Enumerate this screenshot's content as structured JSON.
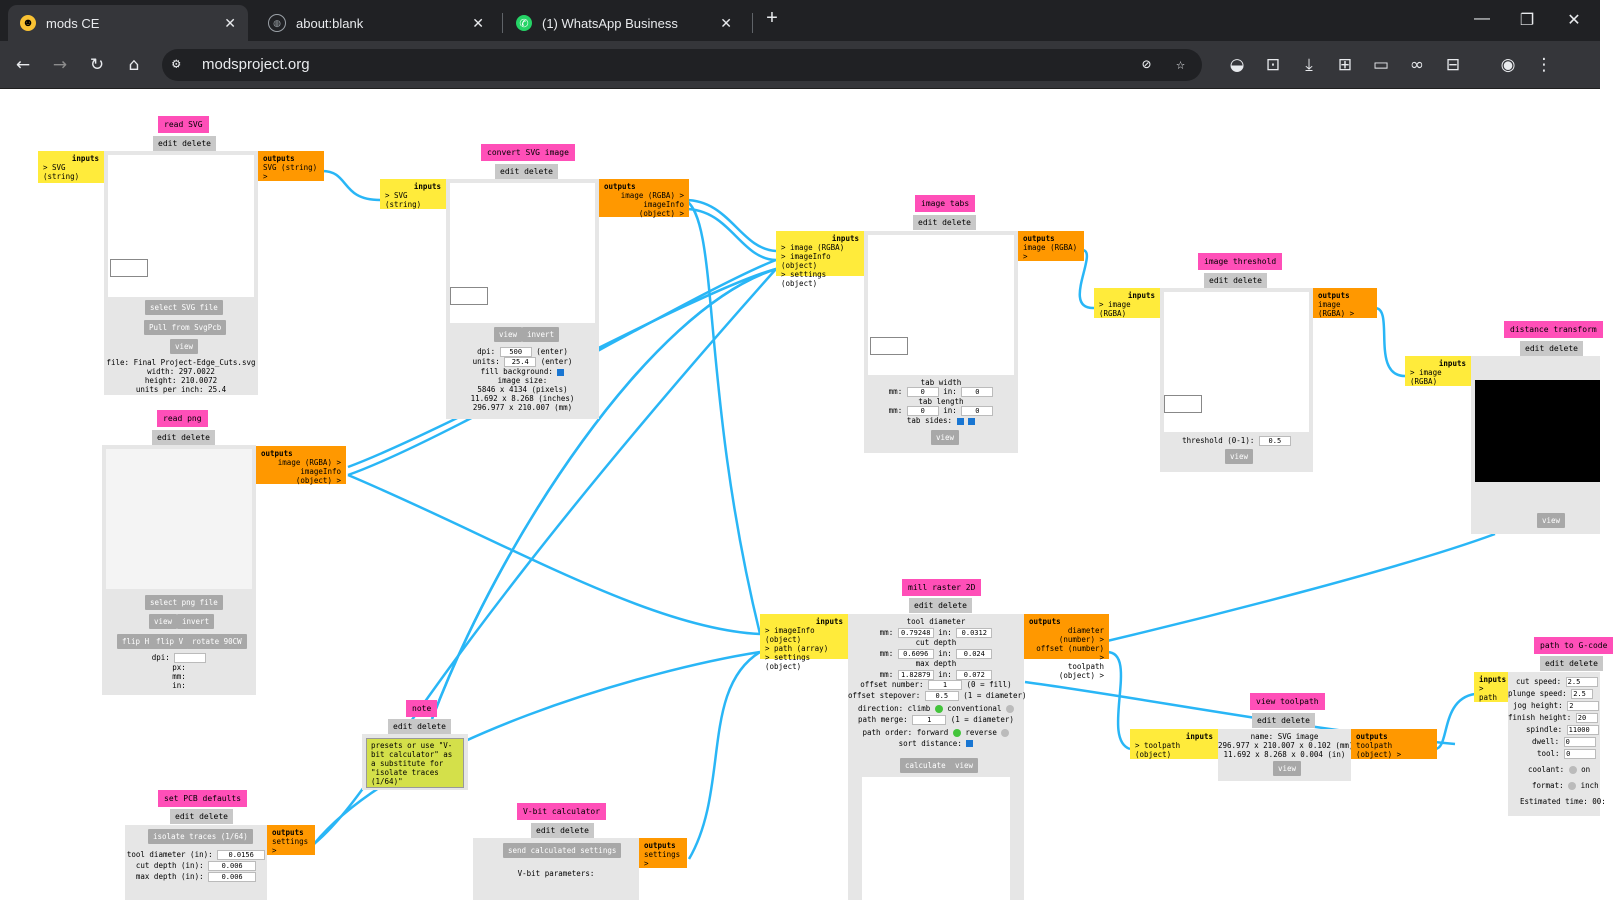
{
  "browser": {
    "tabs": [
      {
        "label": "mods CE",
        "active": true
      },
      {
        "label": "about:blank",
        "active": false
      },
      {
        "label": "(1) WhatsApp Business",
        "active": false
      }
    ],
    "new_tab": "+",
    "url": "modsproject.org",
    "window": {
      "minimize": "—",
      "restore": "❐",
      "close": "✕"
    }
  },
  "colors": {
    "title": "#ff4fb8",
    "inputs": "#ffeb3b",
    "outputs": "#ff9800",
    "wire": "#29b6f6"
  },
  "common": {
    "edit_delete": "edit delete",
    "inputs": "inputs",
    "outputs": "outputs",
    "view": "view",
    "invert": "invert"
  },
  "read_svg": {
    "title": "read SVG",
    "input": "> SVG (string)",
    "output": "SVG (string) >",
    "select": "select SVG file",
    "pull": "Pull from SvgPcb",
    "file": "file: Final Project-Edge_Cuts.svg",
    "width": "width: 297.0022",
    "height": "height: 210.0072",
    "units": "units per inch: 25.4"
  },
  "convert_svg": {
    "title": "convert SVG image",
    "input": "> SVG (string)",
    "output1": "image (RGBA) >",
    "output2": "imageInfo (object) >",
    "dpi_label": "dpi:",
    "dpi": "500",
    "enter": "(enter)",
    "units_label": "units:",
    "units": "25.4",
    "fill": "fill background:",
    "size_label": "image size:",
    "size_px": "5846 x 4134 (pixels)",
    "size_in": "11.692 x 8.268 (inches)",
    "size_mm": "296.977 x 210.007 (mm)"
  },
  "read_png": {
    "title": "read png",
    "output1": "image (RGBA) >",
    "output2": "imageInfo (object) >",
    "select": "select png file",
    "flip_h": "flip H",
    "flip_v": "flip V",
    "rotate": "rotate 90CW",
    "dpi": "dpi:",
    "px": "px:",
    "mm": "mm:",
    "in": "in:"
  },
  "image_tabs": {
    "title": "image tabs",
    "in1": "> image (RGBA)",
    "in2": "> imageInfo (object)",
    "in3": "> settings (object)",
    "output": "image (RGBA) >",
    "tab_width": "tab width",
    "tab_length": "tab length",
    "mm": "mm:",
    "in": "in:",
    "v0": "0",
    "tab_sides": "tab sides:"
  },
  "image_threshold": {
    "title": "image threshold",
    "input": "> image (RGBA)",
    "output": "image (RGBA) >",
    "threshold_label": "threshold (0-1):",
    "threshold": "0.5"
  },
  "distance_transform": {
    "title": "distance transform",
    "input": "> image (RGBA)"
  },
  "mill_raster": {
    "title": "mill raster 2D",
    "in1": "> imageInfo (object)",
    "in2": "> path (array)",
    "in3": "> settings (object)",
    "out1": "diameter (number) >",
    "out2": "offset (number) >",
    "out3": "toolpath (object) >",
    "tool_diameter": "tool diameter",
    "td_mm": "0.79248",
    "td_in": "0.0312",
    "cut_depth": "cut depth",
    "cd_mm": "0.6096",
    "cd_in": "0.024",
    "max_depth": "max depth",
    "md_mm": "1.82879",
    "md_in": "0.072",
    "offset_number_label": "offset number:",
    "offset_number": "1",
    "fill_note": "(0 = fill)",
    "offset_stepover_label": "offset stepover:",
    "offset_stepover": "0.5",
    "diam_note": "(1 = diameter)",
    "direction": "direction: climb",
    "conventional": "conventional",
    "path_merge_label": "path merge:",
    "path_merge": "1",
    "diam_note2": "(1 = diameter)",
    "path_order": "path order: forward",
    "reverse": "reverse",
    "sort_distance": "sort distance:",
    "calculate": "calculate",
    "mm": "mm:",
    "in": "in:"
  },
  "view_toolpath": {
    "title": "view toolpath",
    "input": "> toolpath (object)",
    "output": "toolpath (object) >",
    "name": "name: SVG image",
    "dims_mm": "296.977 x 210.007 x 0.102 (mm)",
    "dims_in": "11.692 x 8.268 x 0.004 (in)"
  },
  "path_gcode": {
    "title": "path to G-code",
    "input": "> path",
    "cut_speed_label": "cut speed:",
    "cut_speed": "2.5",
    "plunge_speed_label": "plunge speed:",
    "plunge_speed": "2.5",
    "jog_height_label": "jog height:",
    "jog_height": "2",
    "finish_height_label": "finish height:",
    "finish_height": "20",
    "spindle_label": "spindle:",
    "spindle": "11000",
    "dwell_label": "dwell:",
    "dwell": "0",
    "tool_label": "tool:",
    "tool": "0",
    "coolant": "coolant:",
    "on": "on",
    "format": "format:",
    "inch": "inch",
    "estimated": "Estimated time: 00:"
  },
  "note": {
    "title": "note",
    "text": "presets or use \"V-bit calculator\" as a substitute for \"isolate traces (1/64)\""
  },
  "pcb_defaults": {
    "title": "set PCB defaults",
    "output": "settings >",
    "isolate": "isolate traces (1/64)",
    "tool_diameter_label": "tool diameter (in):",
    "tool_diameter": "0.0156",
    "cut_depth_label": "cut depth (in):",
    "cut_depth": "0.006",
    "max_depth_label": "max depth (in):",
    "max_depth": "0.006"
  },
  "vbit": {
    "title": "V-bit calculator",
    "send": "send calculated settings",
    "output": "settings >",
    "params": "V-bit parameters:"
  }
}
